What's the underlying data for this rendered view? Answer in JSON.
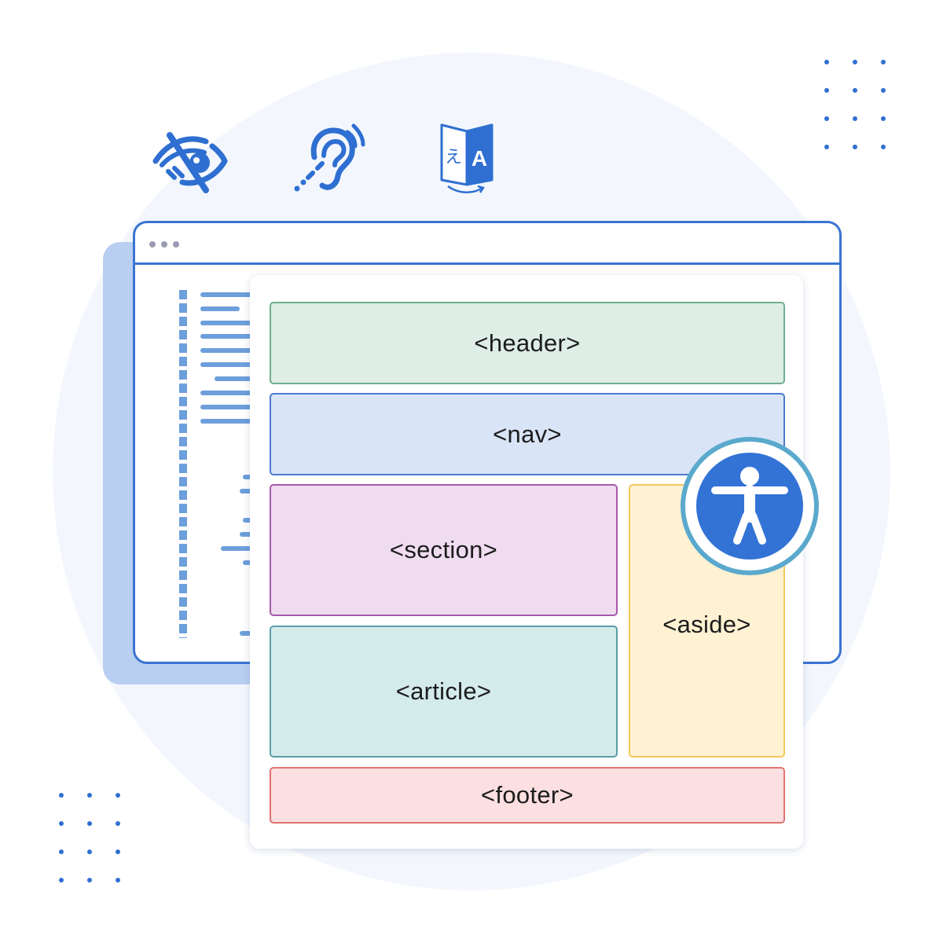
{
  "illustration": {
    "top_icons": [
      {
        "name": "visual-impairment-icon"
      },
      {
        "name": "hearing-impairment-icon"
      },
      {
        "name": "translation-icon",
        "glyphs": [
          "え",
          "A"
        ]
      }
    ],
    "badge_icon": "accessibility-icon"
  },
  "layout_blocks": {
    "header": "<header>",
    "nav": "<nav>",
    "section": "<section>",
    "article": "<article>",
    "aside": "<aside>",
    "footer": "<footer>"
  },
  "colors": {
    "accent": "#3373d6",
    "header_bg": "#deede6",
    "nav_bg": "#d9e4f7",
    "section_bg": "#f0dcf0",
    "article_bg": "#d4ebec",
    "aside_bg": "#fef2d3",
    "footer_bg": "#fbdfe1"
  }
}
